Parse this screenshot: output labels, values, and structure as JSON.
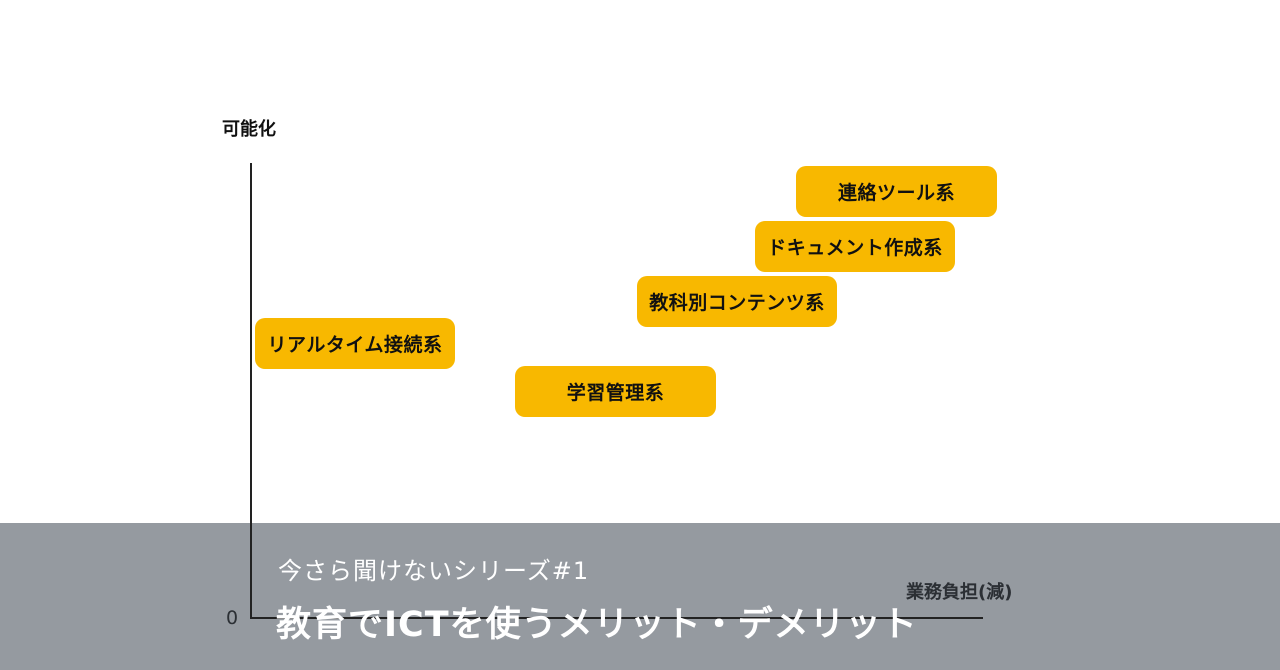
{
  "diagram": {
    "y_axis_label": "可能化",
    "x_axis_label": "業務負担(減)",
    "origin_label": "0",
    "items": [
      {
        "label": "連絡ツール系"
      },
      {
        "label": "ドキュメント作成系"
      },
      {
        "label": "教科別コンテンツ系"
      },
      {
        "label": "リアルタイム接続系"
      },
      {
        "label": "学習管理系"
      }
    ]
  },
  "banner": {
    "subtitle": "今さら聞けないシリーズ#1",
    "title": "教育でICTを使うメリット・デメリット"
  },
  "colors": {
    "box_fill": "#f8b800",
    "banner_fill": "#959aa0",
    "axis": "#222222"
  }
}
